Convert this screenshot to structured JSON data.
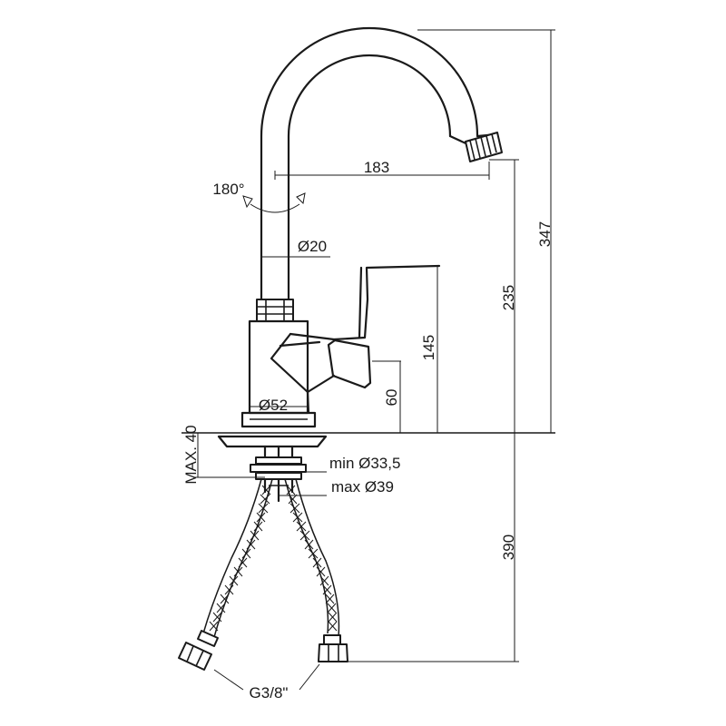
{
  "dimensions": {
    "total_height": "347",
    "spout_height": "235",
    "lever_height": "145",
    "body_height": "60",
    "spout_reach": "183",
    "rotation": "180°",
    "tube_diameter": "Ø20",
    "base_diameter": "Ø52",
    "max_deck": "MAX. 40",
    "hole_min": "min Ø33,5",
    "hole_max": "max Ø39",
    "hose_length": "390",
    "connection": "G3/8\""
  }
}
